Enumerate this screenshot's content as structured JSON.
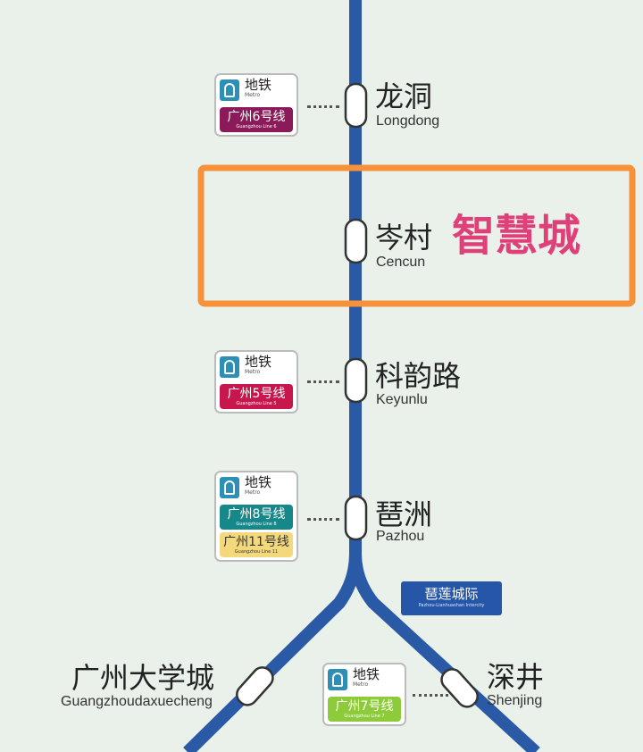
{
  "colors": {
    "background": "#e9f1ea",
    "line": "#2a5aa6",
    "highlight_box": "#f7923a",
    "highlight_text": "#e0407a"
  },
  "stations": [
    {
      "cn": "龙洞",
      "en": "Longdong"
    },
    {
      "cn": "岑村",
      "en": "Cencun"
    },
    {
      "cn": "科韵路",
      "en": "Keyunlu"
    },
    {
      "cn": "琶洲",
      "en": "Pazhou"
    },
    {
      "cn": "广州大学城",
      "en": "Guangzhoudaxuecheng"
    },
    {
      "cn": "深井",
      "en": "Shenjing"
    }
  ],
  "highlight": {
    "label": "智慧城"
  },
  "metro_sign": {
    "cn": "地铁",
    "en": "Metro",
    "icon": "metro-train-icon"
  },
  "transfers": {
    "longdong": [
      {
        "cn": "广州6号线",
        "en": "Guangzhou Line 6",
        "color": "#8b1a5a"
      }
    ],
    "keyunlu": [
      {
        "cn": "广州5号线",
        "en": "Guangzhou Line 5",
        "color": "#c8174c"
      }
    ],
    "pazhou": [
      {
        "cn": "广州8号线",
        "en": "Guangzhou Line 8",
        "color": "#17888a"
      },
      {
        "cn": "广州11号线",
        "en": "Guangzhou Line 11",
        "color": "#f4d97c"
      }
    ],
    "shenjing": [
      {
        "cn": "广州7号线",
        "en": "Guangzhou Line 7",
        "color": "#8dcb3b"
      }
    ]
  },
  "intercity": {
    "cn": "琶莲城际",
    "en": "Pazhou-Lianhuashan Intercity",
    "color": "#2656a8"
  }
}
